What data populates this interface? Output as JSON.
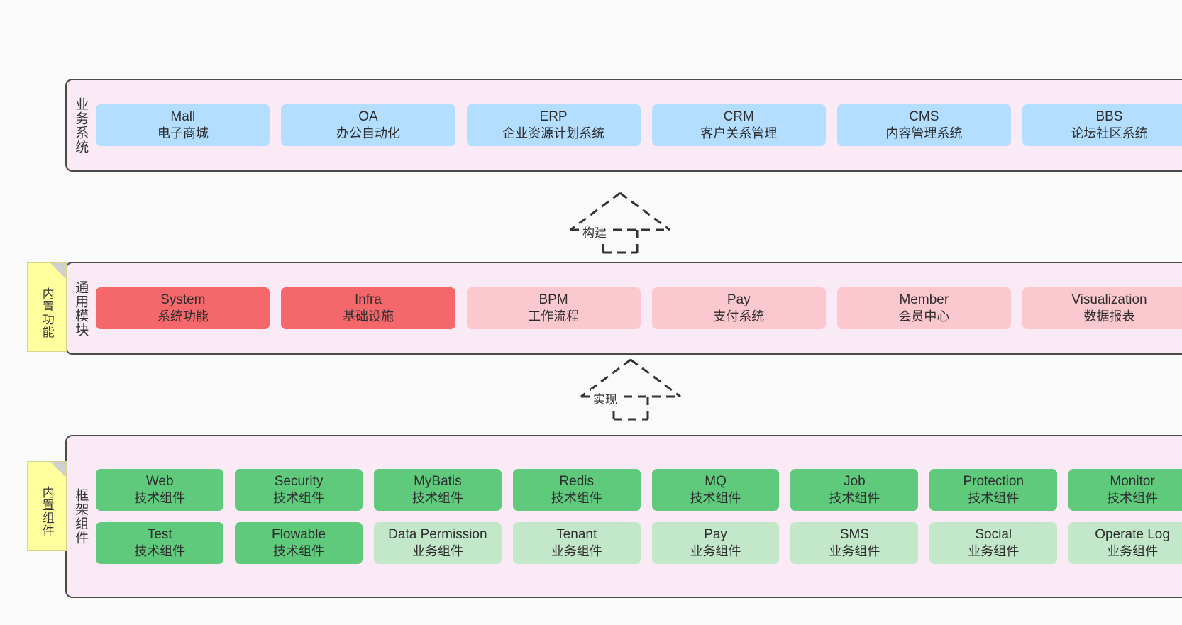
{
  "diagram": {
    "background_color": "#fafafa",
    "band_color": "#f9eaf5",
    "border_color": "#4a4a4a",
    "note_color": "#ffff9e"
  },
  "layers": [
    {
      "id": "business-systems",
      "title": "业务系统",
      "note": null,
      "rows": [
        {
          "nodes": [
            {
              "en": "Mall",
              "cn": "电子商城",
              "color": "blue"
            },
            {
              "en": "OA",
              "cn": "办公自动化",
              "color": "blue"
            },
            {
              "en": "ERP",
              "cn": "企业资源计划系统",
              "color": "blue"
            },
            {
              "en": "CRM",
              "cn": "客户关系管理",
              "color": "blue"
            },
            {
              "en": "CMS",
              "cn": "内容管理系统",
              "color": "blue"
            },
            {
              "en": "BBS",
              "cn": "论坛社区系统",
              "color": "blue"
            }
          ]
        }
      ]
    },
    {
      "id": "common-modules",
      "title": "通用模块",
      "note": "内置功能",
      "rows": [
        {
          "nodes": [
            {
              "en": "System",
              "cn": "系统功能",
              "color": "red"
            },
            {
              "en": "Infra",
              "cn": "基础设施",
              "color": "red"
            },
            {
              "en": "BPM",
              "cn": "工作流程",
              "color": "pink"
            },
            {
              "en": "Pay",
              "cn": "支付系统",
              "color": "pink"
            },
            {
              "en": "Member",
              "cn": "会员中心",
              "color": "pink"
            },
            {
              "en": "Visualization",
              "cn": "数据报表",
              "color": "pink"
            }
          ]
        }
      ]
    },
    {
      "id": "framework-components",
      "title": "框架组件",
      "note": "内置组件",
      "rows": [
        {
          "nodes": [
            {
              "en": "Web",
              "cn": "技术组件",
              "color": "green"
            },
            {
              "en": "Security",
              "cn": "技术组件",
              "color": "green"
            },
            {
              "en": "MyBatis",
              "cn": "技术组件",
              "color": "green"
            },
            {
              "en": "Redis",
              "cn": "技术组件",
              "color": "green"
            },
            {
              "en": "MQ",
              "cn": "技术组件",
              "color": "green"
            },
            {
              "en": "Job",
              "cn": "技术组件",
              "color": "green"
            },
            {
              "en": "Protection",
              "cn": "技术组件",
              "color": "green"
            },
            {
              "en": "Monitor",
              "cn": "技术组件",
              "color": "green"
            }
          ]
        },
        {
          "nodes": [
            {
              "en": "Test",
              "cn": "技术组件",
              "color": "green"
            },
            {
              "en": "Flowable",
              "cn": "技术组件",
              "color": "green"
            },
            {
              "en": "Data Permission",
              "cn": "业务组件",
              "color": "lightgreen"
            },
            {
              "en": "Tenant",
              "cn": "业务组件",
              "color": "lightgreen"
            },
            {
              "en": "Pay",
              "cn": "业务组件",
              "color": "lightgreen"
            },
            {
              "en": "SMS",
              "cn": "业务组件",
              "color": "lightgreen"
            },
            {
              "en": "Social",
              "cn": "业务组件",
              "color": "lightgreen"
            },
            {
              "en": "Operate Log",
              "cn": "业务组件",
              "color": "lightgreen"
            }
          ]
        }
      ]
    }
  ],
  "connectors": [
    {
      "id": "build",
      "label": "构建",
      "style": "dashed-generalization"
    },
    {
      "id": "implement",
      "label": "实现",
      "style": "dashed-generalization"
    }
  ]
}
